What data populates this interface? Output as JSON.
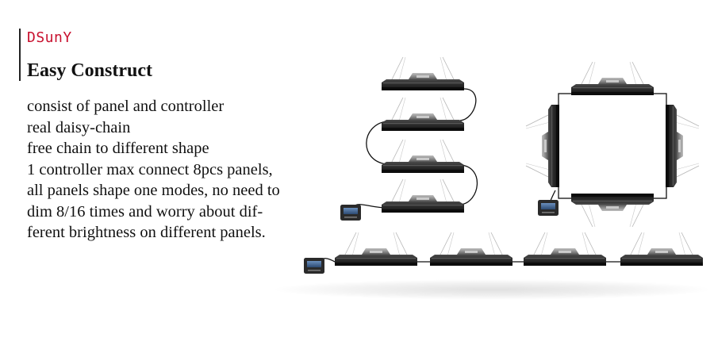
{
  "brand": {
    "name": "DSunY"
  },
  "heading": "Easy Construct",
  "description_lines": [
    "consist of panel and controller",
    "real daisy-chain",
    "free chain to different shape",
    "1 controller max connect 8pcs panels,",
    "all panels shape one modes, no need to",
    "dim 8/16 times and worry about dif-",
    "ferent brightness on different panels."
  ],
  "colors": {
    "brand": "#c8102e",
    "text": "#111111",
    "panel": "#2b2b2b",
    "controller_screen": "#3d5f8a"
  },
  "illustration": {
    "zigzag_panels": 4,
    "square_panels": 4,
    "row_panels": 4,
    "controllers": 3,
    "icons": [
      "led-panel-icon",
      "controller-icon",
      "hanging-wire-icon",
      "daisy-chain-cable-icon"
    ]
  }
}
